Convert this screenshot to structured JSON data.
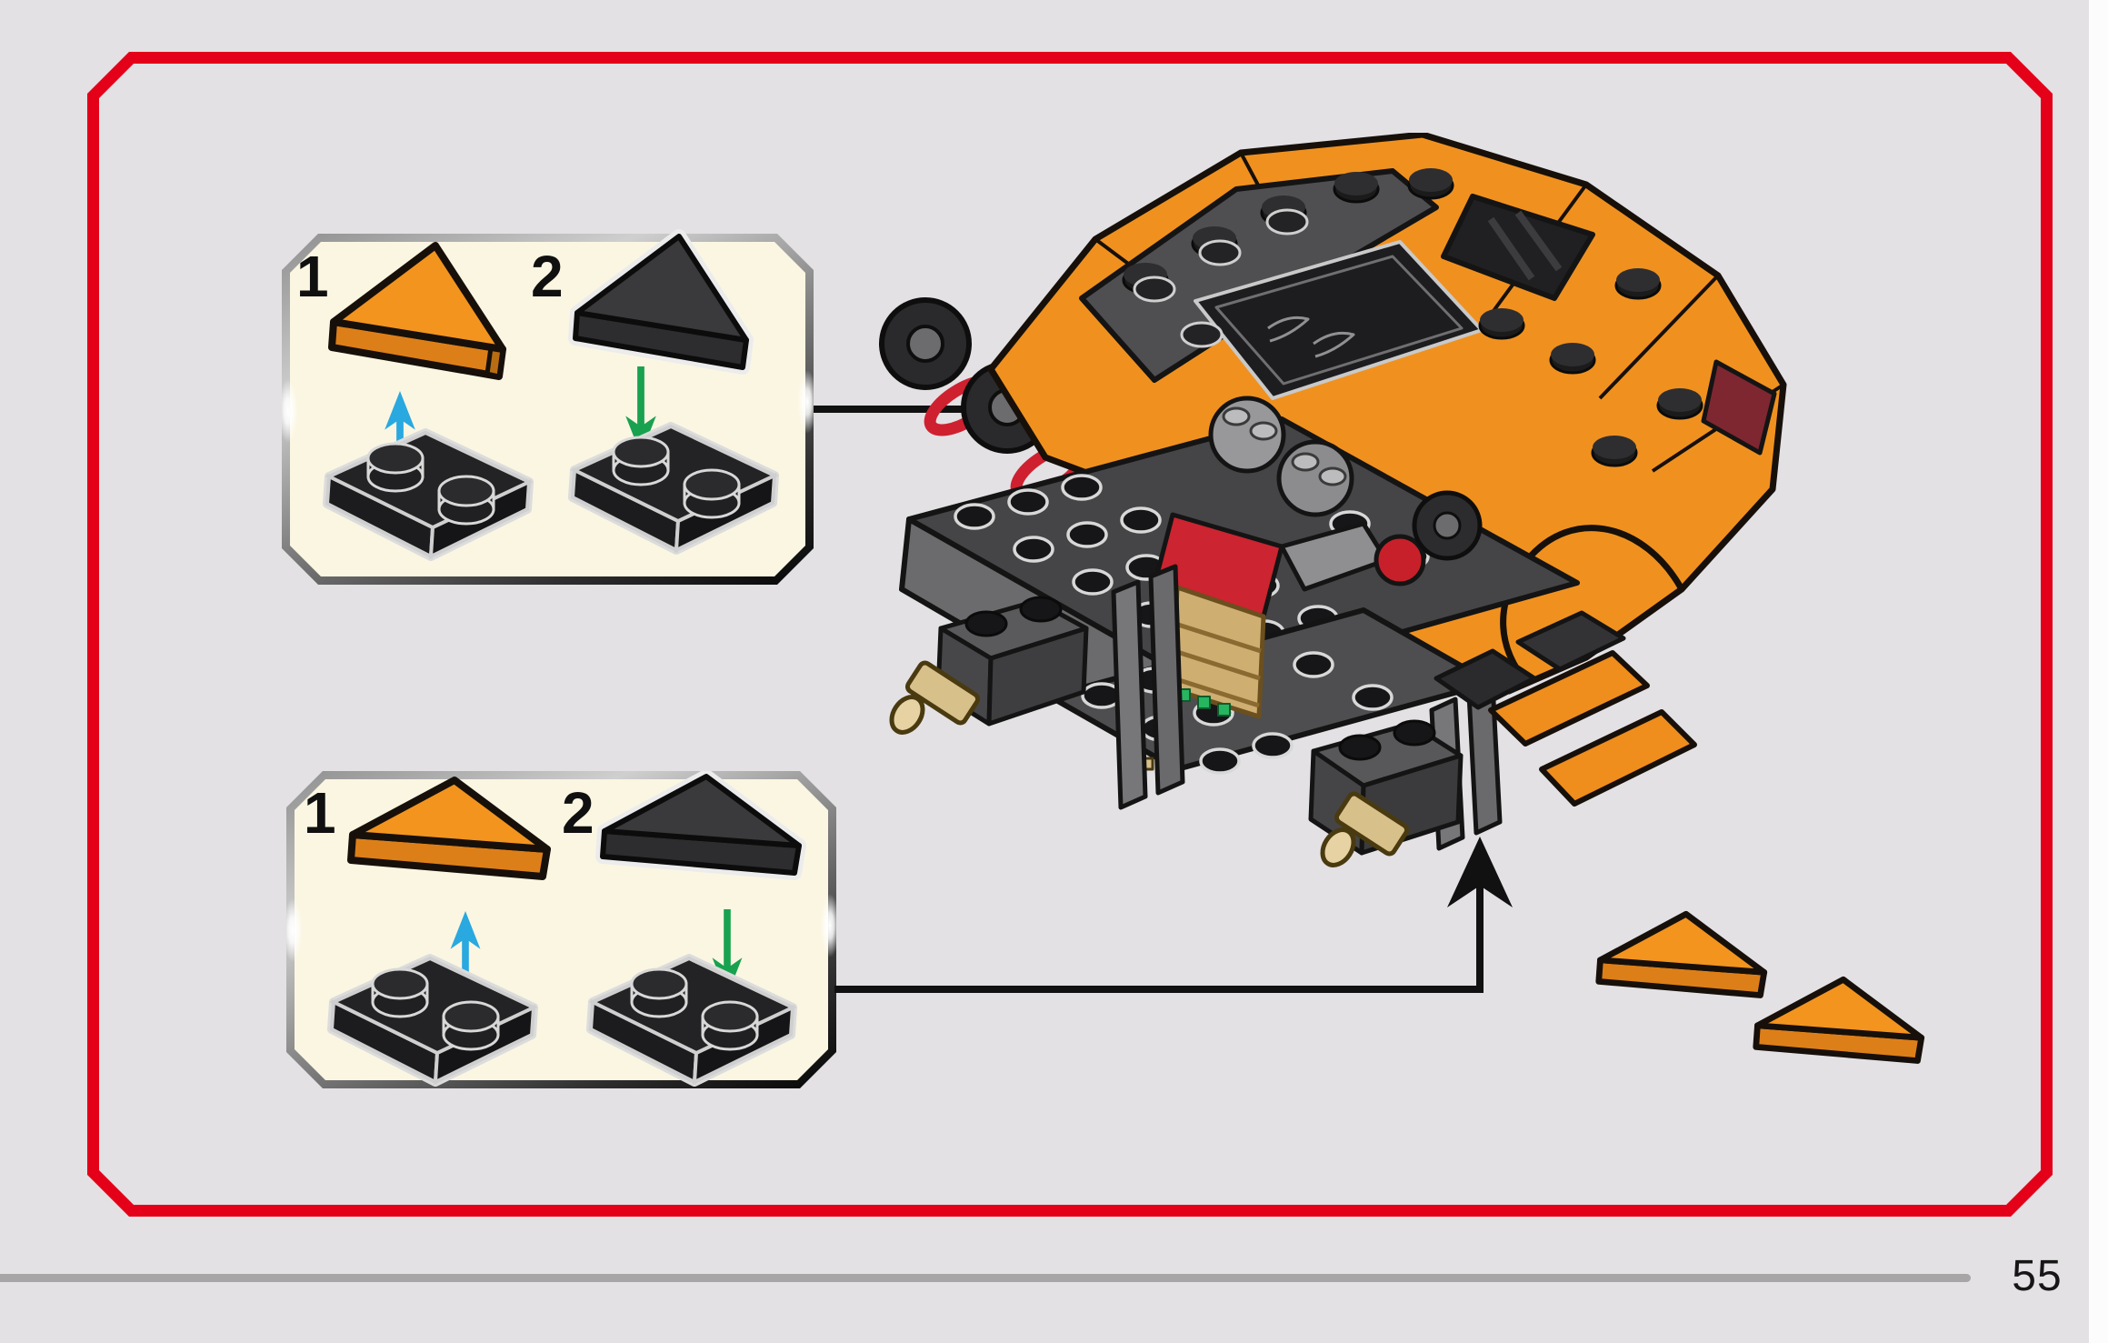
{
  "page": {
    "number_label": "55"
  },
  "frame": {
    "color": "#e50019"
  },
  "footer": {
    "divider_color": "#a8a5a6"
  },
  "palette": {
    "background": "#e3e1e4",
    "box_fill": "#fbf6e2",
    "orange": "#f0911f",
    "orange_side": "#dd7f18",
    "dark_piece": "#3a3a3c",
    "plate_black": "#222224",
    "arrow_blue": "#2aa8e0",
    "arrow_green": "#18a24f",
    "connector_black": "#111111",
    "tan_pin": "#d8c08b",
    "engine_red": "#cc2430",
    "tail_dark_red": "#7e2731",
    "chassis_gray": "#4a4a4c"
  },
  "callouts": [
    {
      "steps": [
        {
          "number": "1",
          "piece": "orange-wedge-plate",
          "arrow": "blue-up"
        },
        {
          "number": "2",
          "piece": "dark-gray-wedge-plate",
          "arrow": "green-down"
        }
      ]
    },
    {
      "steps": [
        {
          "number": "1",
          "piece": "orange-wedge-plate",
          "arrow": "blue-up"
        },
        {
          "number": "2",
          "piece": "dark-gray-wedge-plate",
          "arrow": "green-down"
        }
      ]
    }
  ],
  "illustration": {
    "name": "lego-car-rear-chassis",
    "loose_parts": [
      "orange-wedge-plate",
      "orange-wedge-plate"
    ]
  }
}
